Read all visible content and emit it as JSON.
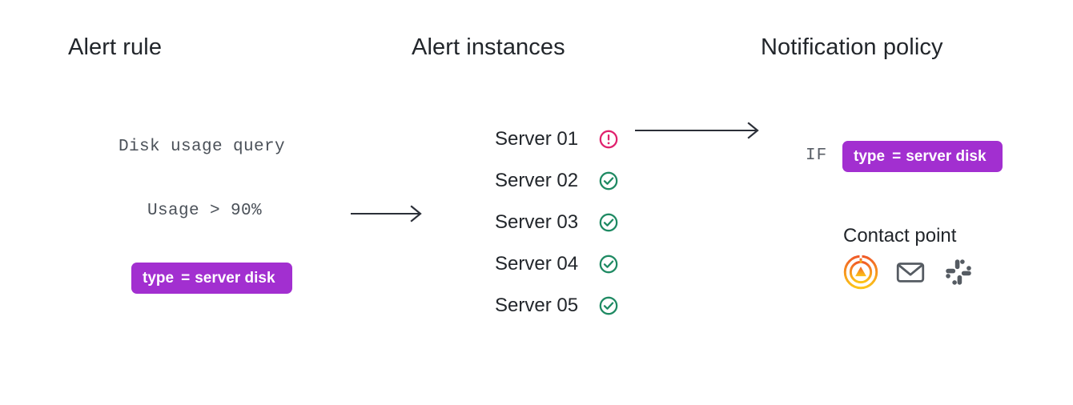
{
  "diagram": {
    "title": "Grafana alerting flow: alert rule to alert instances to notification policy",
    "background": "#ffffff",
    "columns": [
      {
        "id": "alert-rule",
        "heading": "Alert rule"
      },
      {
        "id": "alert-instances",
        "heading": "Alert instances"
      },
      {
        "id": "notification-policy",
        "heading": "Notification policy"
      }
    ]
  },
  "alert_rule": {
    "query_text": "Disk usage query",
    "condition_text": "Usage > 90%",
    "label_badge": {
      "key": "type",
      "operator": "=",
      "value": "server disk",
      "color": "#a22fd0",
      "text_color": "#ffffff"
    }
  },
  "alert_instances": {
    "rows": [
      {
        "label": "Server 01",
        "status": "alerting",
        "status_icon": "exclamation-circle-icon",
        "status_color": "#e0226e"
      },
      {
        "label": "Server 02",
        "status": "normal",
        "status_icon": "check-circle-icon",
        "status_color": "#1f8a63"
      },
      {
        "label": "Server 03",
        "status": "normal",
        "status_icon": "check-circle-icon",
        "status_color": "#1f8a63"
      },
      {
        "label": "Server 04",
        "status": "normal",
        "status_icon": "check-circle-icon",
        "status_color": "#1f8a63"
      },
      {
        "label": "Server 05",
        "status": "normal",
        "status_icon": "check-circle-icon",
        "status_color": "#1f8a63"
      }
    ]
  },
  "notification_policy": {
    "if_label": "IF",
    "match_badge": {
      "key": "type",
      "operator": "=",
      "value": "server disk",
      "color": "#a22fd0",
      "text_color": "#ffffff"
    },
    "contact_point": {
      "heading": "Contact point",
      "icons": [
        {
          "name": "grafana-icon",
          "label": "Grafana",
          "color": "#f05a28"
        },
        {
          "name": "email-icon",
          "label": "Email",
          "color": "#555b62"
        },
        {
          "name": "slack-icon",
          "label": "Slack",
          "color": "#555b62"
        }
      ]
    }
  },
  "arrows": [
    {
      "name": "arrow-rule-to-instances",
      "from": "alert rule",
      "to": "alert instances",
      "color": "#2b2f38"
    },
    {
      "name": "arrow-instance-to-policy",
      "from": "Server 01",
      "to": "notification policy",
      "color": "#2b2f38"
    }
  ]
}
